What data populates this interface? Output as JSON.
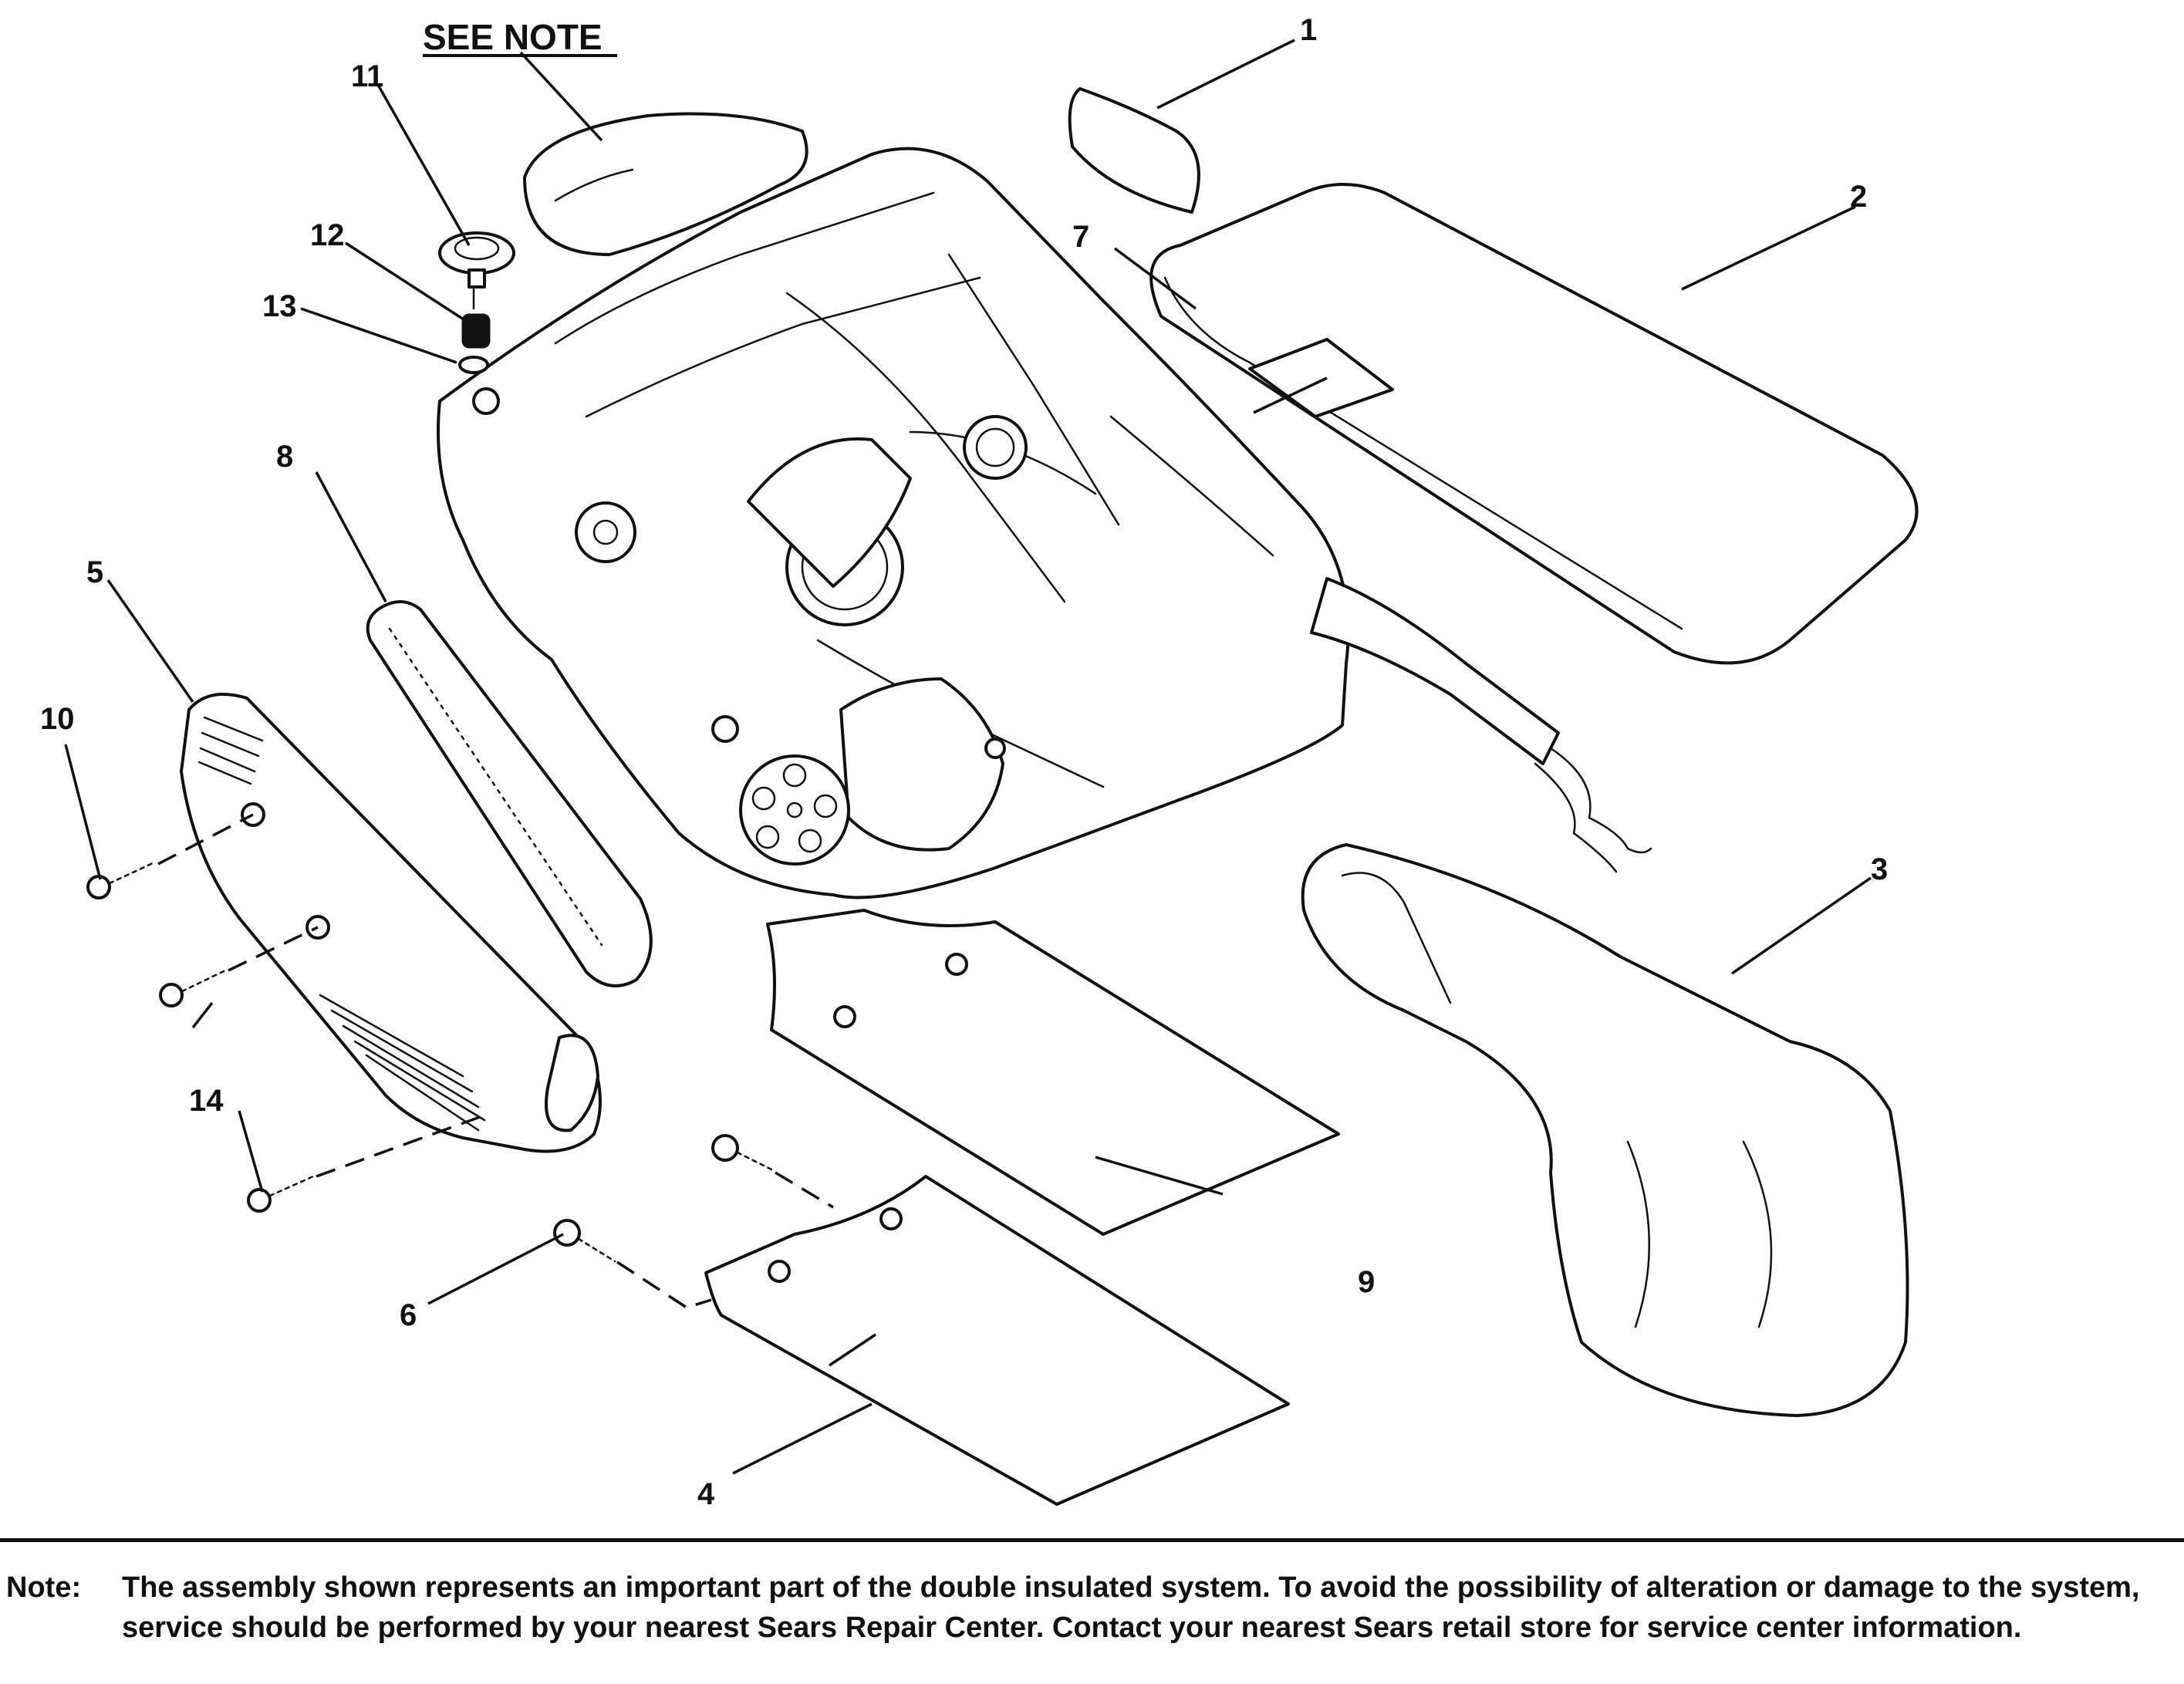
{
  "header": {
    "see_note": "SEE NOTE"
  },
  "callouts": {
    "c1": "1",
    "c2": "2",
    "c3": "3",
    "c4": "4",
    "c5": "5",
    "c6": "6",
    "c7": "7",
    "c8": "8",
    "c9": "9",
    "c10": "10",
    "c11": "11",
    "c12": "12",
    "c13": "13",
    "c14": "14"
  },
  "note": {
    "label": "Note:",
    "text": "The assembly shown represents an important part of the double insulated system. To avoid the possibility of alteration or damage to the system, service should be performed by your nearest Sears Repair Center. Contact your nearest Sears retail store for service center information."
  }
}
